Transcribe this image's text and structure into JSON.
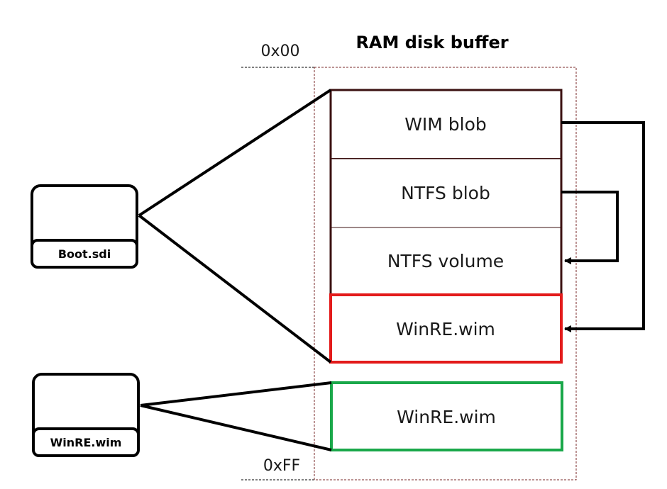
{
  "title": "RAM disk buffer",
  "addresses": {
    "start": "0x00",
    "end": "0xFF"
  },
  "buffer_blocks": [
    {
      "label": "WIM blob",
      "color": "#3b1010"
    },
    {
      "label": "NTFS blob",
      "color": "#3b1010"
    },
    {
      "label": "NTFS volume",
      "color": "#3b1010"
    },
    {
      "label": "WinRE.wim",
      "color": "#e31b1b"
    }
  ],
  "extra_block": {
    "label": "WinRE.wim",
    "color": "#1aa84a"
  },
  "files": [
    {
      "label": "Boot.sdi"
    },
    {
      "label": "WinRE.wim"
    }
  ],
  "colors": {
    "buffer_border": "#7a2a2a",
    "highlight_red": "#e31b1b",
    "highlight_green": "#1aa84a",
    "ink": "#000000"
  }
}
